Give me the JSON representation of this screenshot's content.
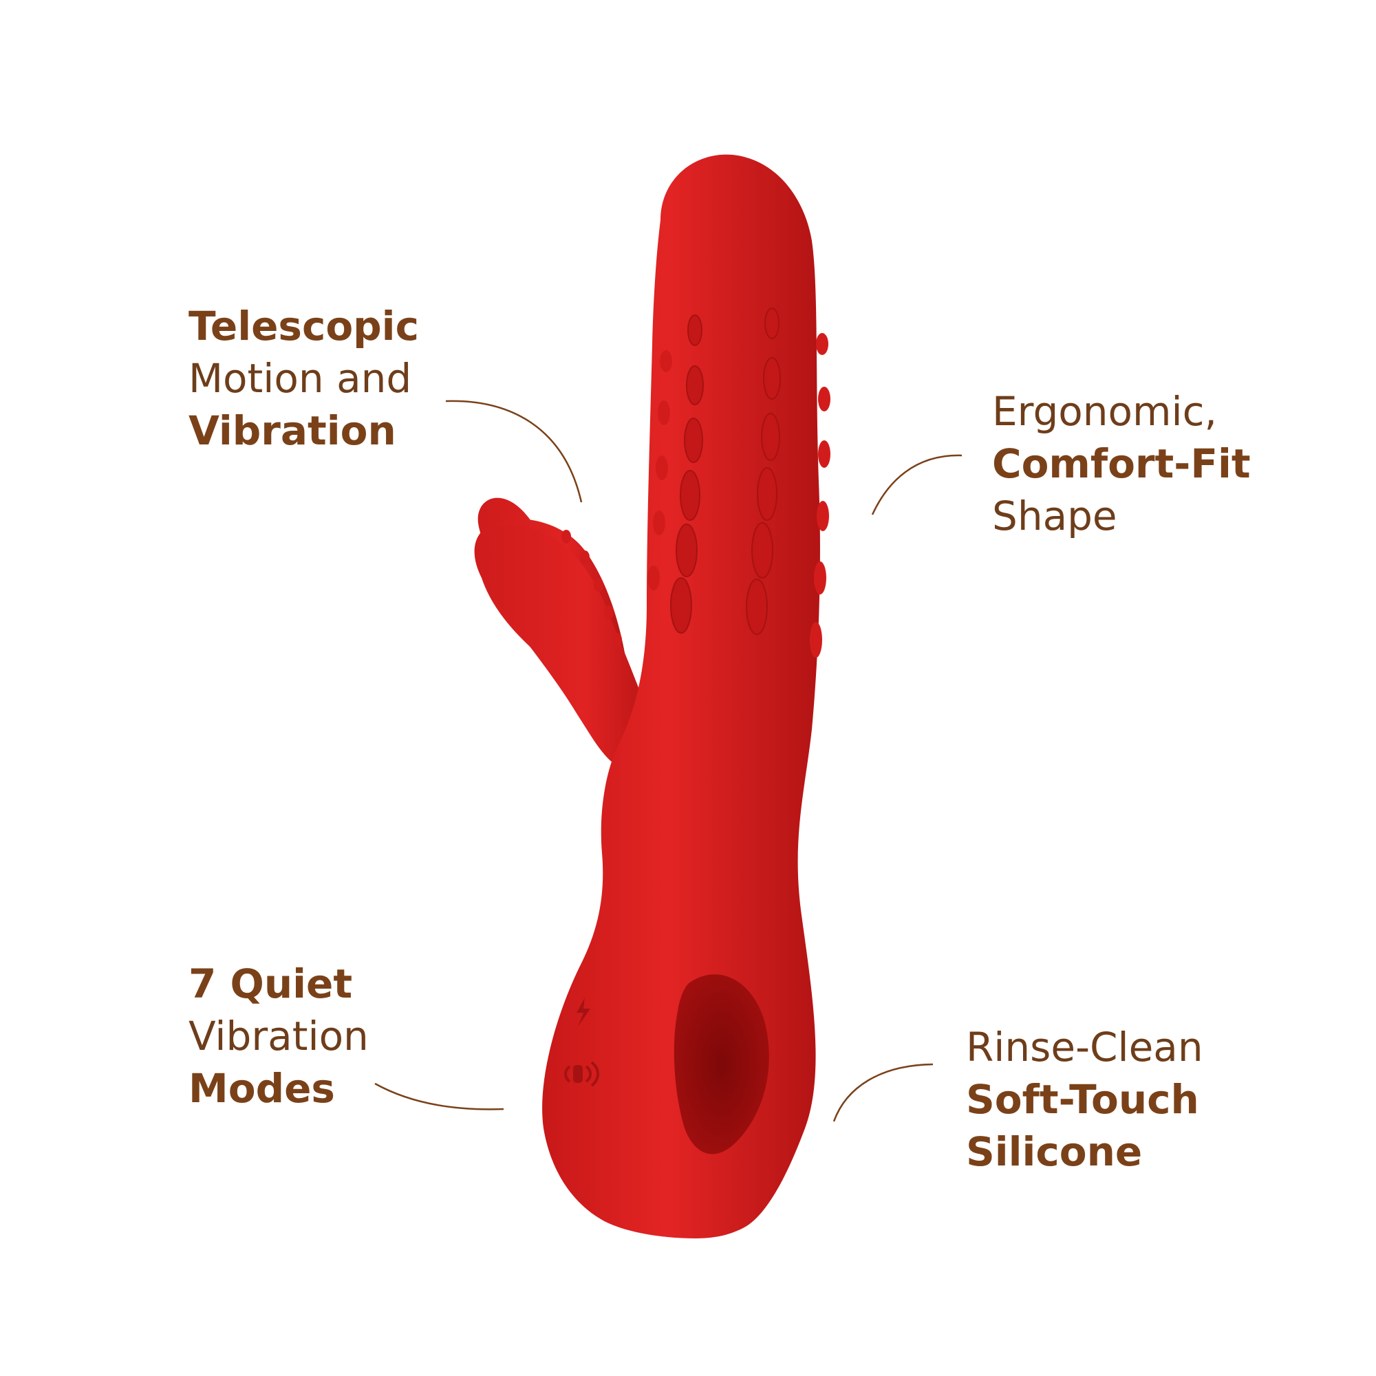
{
  "callouts": {
    "telescopic": {
      "line1": "Telescopic",
      "line2": "Motion and",
      "line3": "Vibration"
    },
    "ergonomic": {
      "line1": "Ergonomic,",
      "line2": "Comfort-Fit",
      "line3": "Shape"
    },
    "quiet": {
      "line1": "7 Quiet",
      "line2": "Vibration",
      "line3": "Modes"
    },
    "rinse": {
      "line1": "Rinse-Clean",
      "line2": "Soft-Touch",
      "line3": "Silicone"
    }
  },
  "colors": {
    "text": "#7a4119",
    "product_red": "#d91f1f",
    "background": "#ffffff"
  },
  "icons": [
    "flash-icon",
    "vibration-icon"
  ]
}
